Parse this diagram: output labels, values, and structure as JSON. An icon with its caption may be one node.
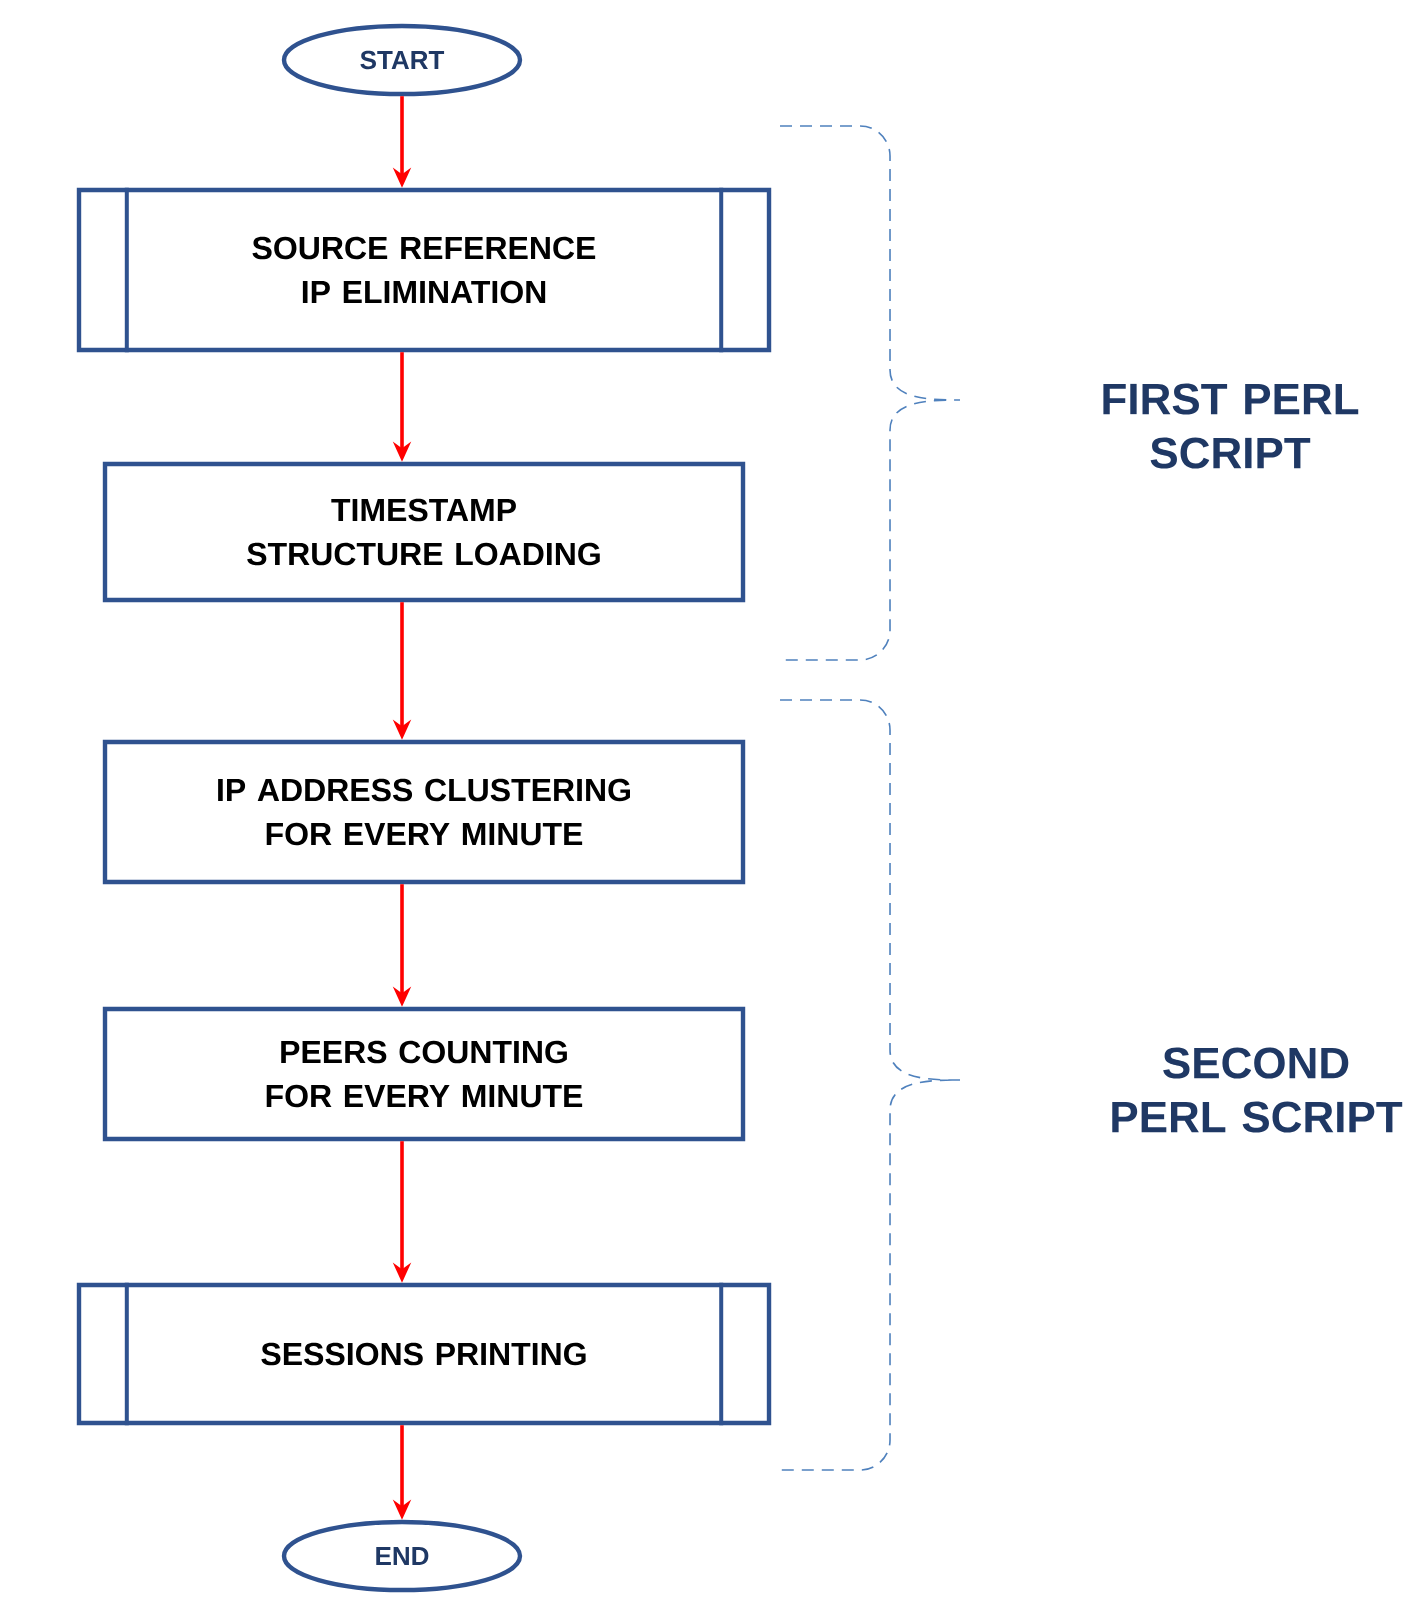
{
  "diagram": {
    "nodes": [
      {
        "text": [
          "START"
        ]
      },
      {
        "text": [
          "SOURCE REFERENCE IP ELIMINATION"
        ]
      },
      {
        "text": [
          "TIMESTAMP STRUCTURE LOADING"
        ]
      },
      {
        "text": [
          "IP ADDRESS CLUSTERING FOR EVERY MINUTE"
        ]
      },
      {
        "text": [
          "PEERS COUNTING FOR EVERY MINUTE"
        ]
      },
      {
        "text": [
          "SESSIONS PRINTING"
        ]
      },
      {
        "text": [
          "END"
        ]
      }
    ],
    "edges": [
      {
        "from": 0,
        "to": 1,
        "arrow": "to"
      },
      {
        "from": 1,
        "to": 2,
        "arrow": "to"
      },
      {
        "from": 2,
        "to": 3,
        "arrow": "to"
      },
      {
        "from": 3,
        "to": 4,
        "arrow": "to"
      },
      {
        "from": 4,
        "to": 5,
        "arrow": "to"
      },
      {
        "from": 5,
        "to": 6,
        "arrow": "to"
      }
    ],
    "labels": [
      "FIRST PERL SCRIPT",
      "SECOND PERL SCRIPT"
    ]
  }
}
